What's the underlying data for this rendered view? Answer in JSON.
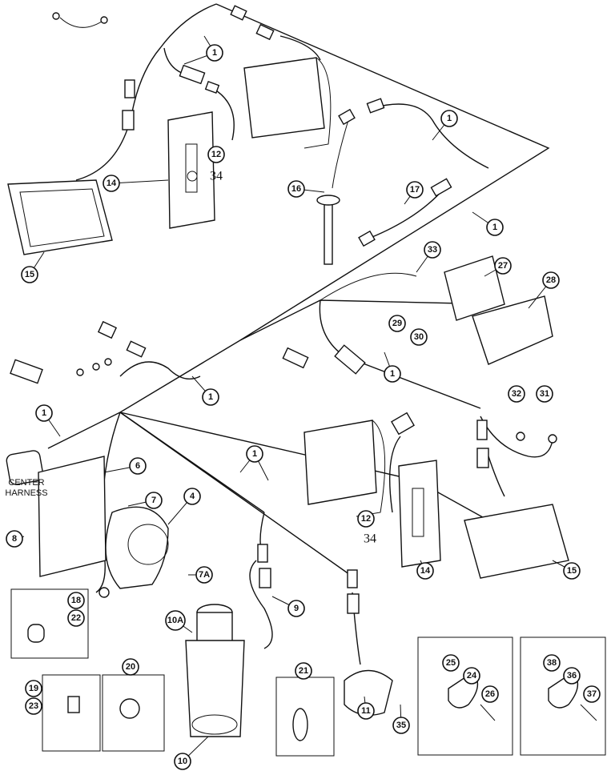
{
  "diagram": {
    "label_center_harness": [
      "CENTER",
      "HARNESS"
    ],
    "callouts": [
      {
        "id": "c1a",
        "text": "1"
      },
      {
        "id": "c1b",
        "text": "1"
      },
      {
        "id": "c1c",
        "text": "1"
      },
      {
        "id": "c1d",
        "text": "1"
      },
      {
        "id": "c1e",
        "text": "1"
      },
      {
        "id": "c1f",
        "text": "1"
      },
      {
        "id": "c1g",
        "text": "1"
      },
      {
        "id": "c12a",
        "text": "12"
      },
      {
        "id": "c34a",
        "text": "34",
        "plain": true
      },
      {
        "id": "c14a",
        "text": "14"
      },
      {
        "id": "c15a",
        "text": "15"
      },
      {
        "id": "c16",
        "text": "16"
      },
      {
        "id": "c17",
        "text": "17"
      },
      {
        "id": "c33",
        "text": "33"
      },
      {
        "id": "c27",
        "text": "27"
      },
      {
        "id": "c28",
        "text": "28"
      },
      {
        "id": "c29",
        "text": "29"
      },
      {
        "id": "c30",
        "text": "30"
      },
      {
        "id": "c32",
        "text": "32"
      },
      {
        "id": "c31",
        "text": "31"
      },
      {
        "id": "c6",
        "text": "6"
      },
      {
        "id": "c7",
        "text": "7"
      },
      {
        "id": "c4",
        "text": "4"
      },
      {
        "id": "c8",
        "text": "8"
      },
      {
        "id": "c12b",
        "text": "12"
      },
      {
        "id": "c34b",
        "text": "34",
        "plain": true
      },
      {
        "id": "c14b",
        "text": "14"
      },
      {
        "id": "c15b",
        "text": "15"
      },
      {
        "id": "c7a",
        "text": "7A"
      },
      {
        "id": "c9",
        "text": "9"
      },
      {
        "id": "c10a",
        "text": "10A"
      },
      {
        "id": "c18",
        "text": "18"
      },
      {
        "id": "c22",
        "text": "22"
      },
      {
        "id": "c20",
        "text": "20"
      },
      {
        "id": "c19",
        "text": "19"
      },
      {
        "id": "c23",
        "text": "23"
      },
      {
        "id": "c21",
        "text": "21"
      },
      {
        "id": "c11",
        "text": "11"
      },
      {
        "id": "c35",
        "text": "35"
      },
      {
        "id": "c25",
        "text": "25"
      },
      {
        "id": "c24",
        "text": "24"
      },
      {
        "id": "c26",
        "text": "26"
      },
      {
        "id": "c38",
        "text": "38"
      },
      {
        "id": "c36",
        "text": "36"
      },
      {
        "id": "c37",
        "text": "37"
      },
      {
        "id": "c10",
        "text": "10"
      }
    ]
  }
}
